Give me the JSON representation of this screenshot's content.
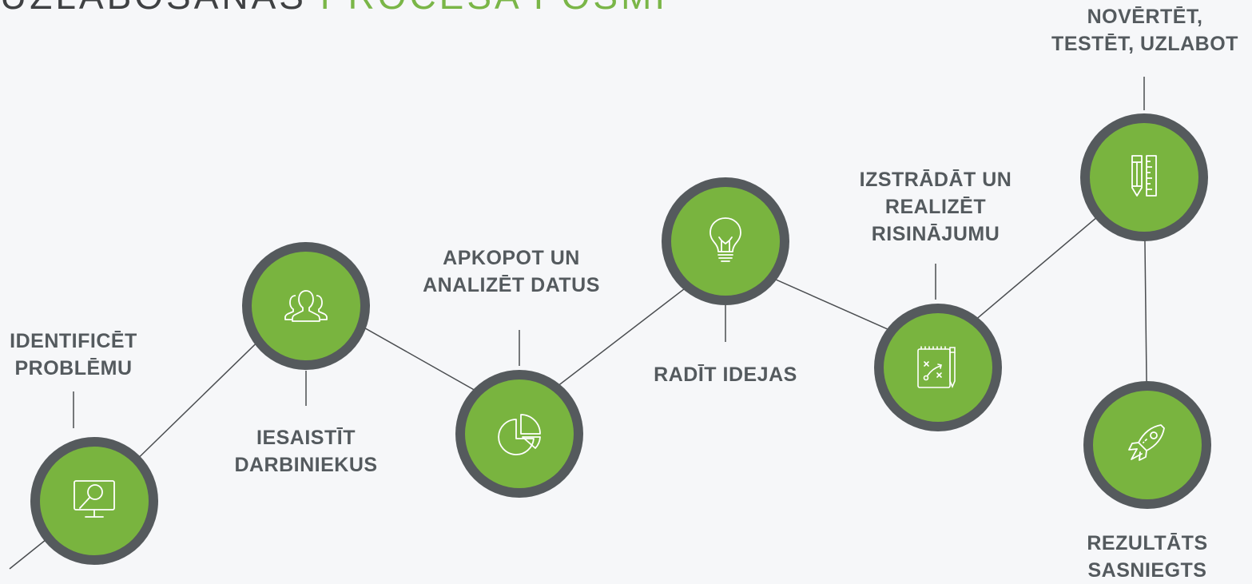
{
  "title": {
    "prefix": "UZLABOŠANAS",
    "highlight": "PROCESA POSMI"
  },
  "steps": [
    {
      "label_line1": "IDENTIFICĒT",
      "label_line2": "PROBLĒMU",
      "icon": "monitor-magnifier-icon"
    },
    {
      "label_line1": "IESAISTĪT",
      "label_line2": "DARBINIEKUS",
      "icon": "people-group-icon"
    },
    {
      "label_line1": "APKOPOT UN",
      "label_line2": "ANALIZĒT DATUS",
      "icon": "pie-chart-icon"
    },
    {
      "label_line1": "RADĪT IDEJAS",
      "label_line2": "",
      "icon": "light-bulb-icon"
    },
    {
      "label_line1": "IZSTRĀDĀT UN",
      "label_line2": "REALIZĒT",
      "label_line3": "RISINĀJUMU",
      "icon": "strategy-notepad-icon"
    },
    {
      "label_line1": "NOVĒRTĒT,",
      "label_line2": "TESTĒT, UZLABOT",
      "icon": "pencil-ruler-icon"
    },
    {
      "label_line1": "REZULTĀTS",
      "label_line2": "SASNIEGTS",
      "icon": "rocket-icon"
    }
  ],
  "colors": {
    "node_fill": "#79b43f",
    "node_ring": "#555a5d",
    "text": "#545a5e",
    "accent": "#7ab648"
  }
}
